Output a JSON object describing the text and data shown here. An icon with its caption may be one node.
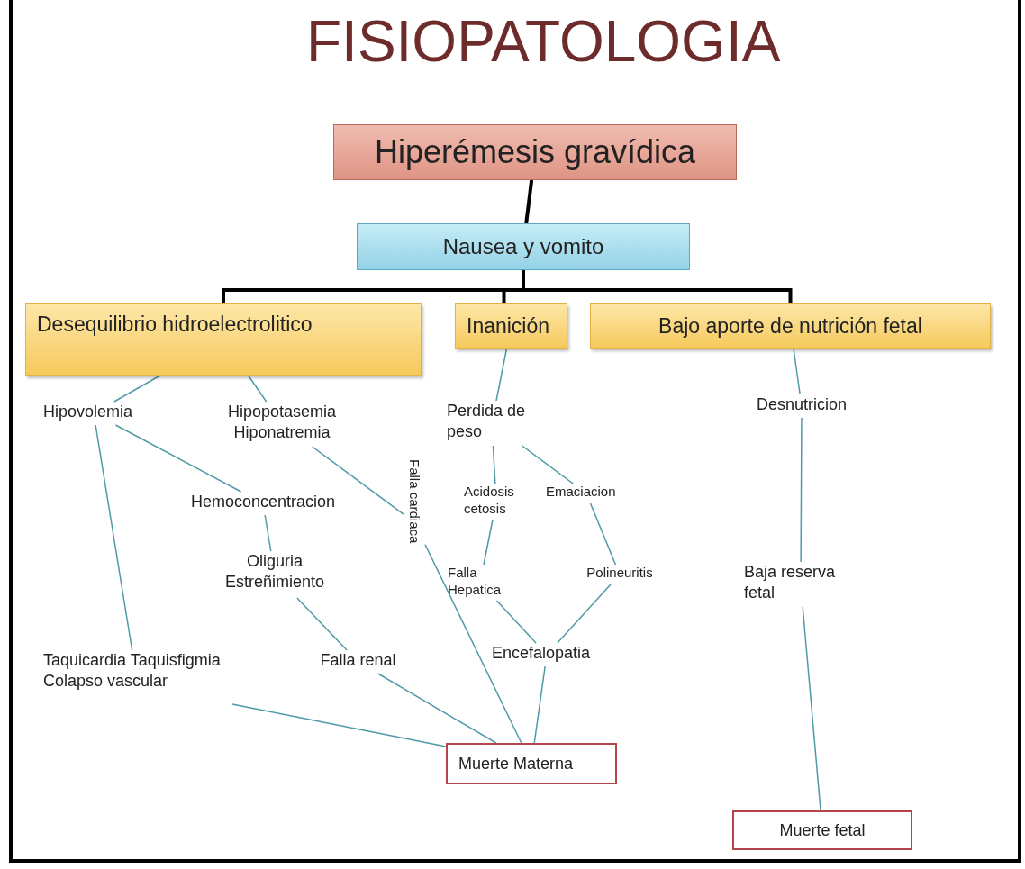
{
  "diagram": {
    "title": "FISIOPATOLOGIA",
    "nodes": [
      {
        "text": [
          "Hiperémesis gravídica"
        ]
      },
      {
        "text": [
          "Nausea y vomito"
        ]
      },
      {
        "text": [
          "Desequilibrio hidroelectrolitico"
        ]
      },
      {
        "text": [
          "Inanición"
        ]
      },
      {
        "text": [
          "Bajo aporte de nutrición fetal"
        ]
      },
      {
        "text": [
          "Hipovolemia"
        ]
      },
      {
        "text": [
          "Hipopotasemia Hiponatremia"
        ]
      },
      {
        "text": [
          "Hemoconcentracion"
        ]
      },
      {
        "text": [
          "Oliguria Estreñimiento"
        ]
      },
      {
        "text": [
          "Falla renal"
        ]
      },
      {
        "text": [
          "Taquicardia Taquisfigmia Colapso vascular"
        ]
      },
      {
        "text": [
          "Falla cardiaca"
        ]
      },
      {
        "text": [
          "Perdida de peso"
        ]
      },
      {
        "text": [
          "Acidosis cetosis"
        ]
      },
      {
        "text": [
          "Emaciacion"
        ]
      },
      {
        "text": [
          "Falla Hepatica"
        ]
      },
      {
        "text": [
          "Polineuritis"
        ]
      },
      {
        "text": [
          "Encefalopatia"
        ]
      },
      {
        "text": [
          "Muerte Materna"
        ]
      },
      {
        "text": [
          "Desnutricion"
        ]
      },
      {
        "text": [
          "Baja reserva fetal"
        ]
      },
      {
        "text": [
          "Muerte fetal"
        ]
      }
    ],
    "edges": [
      {
        "from": 0,
        "to": 1,
        "arrow": "none",
        "style": "thick",
        "color": "#000000"
      },
      {
        "from": 1,
        "to": 2,
        "arrow": "none",
        "style": "thick",
        "color": "#000000"
      },
      {
        "from": 1,
        "to": 3,
        "arrow": "none",
        "style": "thick",
        "color": "#000000"
      },
      {
        "from": 1,
        "to": 4,
        "arrow": "none",
        "style": "thick",
        "color": "#000000"
      },
      {
        "from": 2,
        "to": 5,
        "arrow": "none"
      },
      {
        "from": 2,
        "to": 6,
        "arrow": "none"
      },
      {
        "from": 5,
        "to": 7,
        "arrow": "none"
      },
      {
        "from": 5,
        "to": 10,
        "arrow": "none"
      },
      {
        "from": 7,
        "to": 8,
        "arrow": "none"
      },
      {
        "from": 8,
        "to": 9,
        "arrow": "none"
      },
      {
        "from": 6,
        "to": 11,
        "arrow": "none"
      },
      {
        "from": 3,
        "to": 12,
        "arrow": "none"
      },
      {
        "from": 12,
        "to": 13,
        "arrow": "none"
      },
      {
        "from": 12,
        "to": 14,
        "arrow": "none"
      },
      {
        "from": 13,
        "to": 15,
        "arrow": "none"
      },
      {
        "from": 14,
        "to": 16,
        "arrow": "none"
      },
      {
        "from": 15,
        "to": 17,
        "arrow": "none"
      },
      {
        "from": 16,
        "to": 17,
        "arrow": "none"
      },
      {
        "from": 10,
        "to": 18,
        "arrow": "none"
      },
      {
        "from": 9,
        "to": 18,
        "arrow": "none"
      },
      {
        "from": 11,
        "to": 18,
        "arrow": "none"
      },
      {
        "from": 17,
        "to": 18,
        "arrow": "none"
      },
      {
        "from": 4,
        "to": 19,
        "arrow": "none"
      },
      {
        "from": 19,
        "to": 20,
        "arrow": "none"
      },
      {
        "from": 20,
        "to": 21,
        "arrow": "none"
      }
    ]
  }
}
